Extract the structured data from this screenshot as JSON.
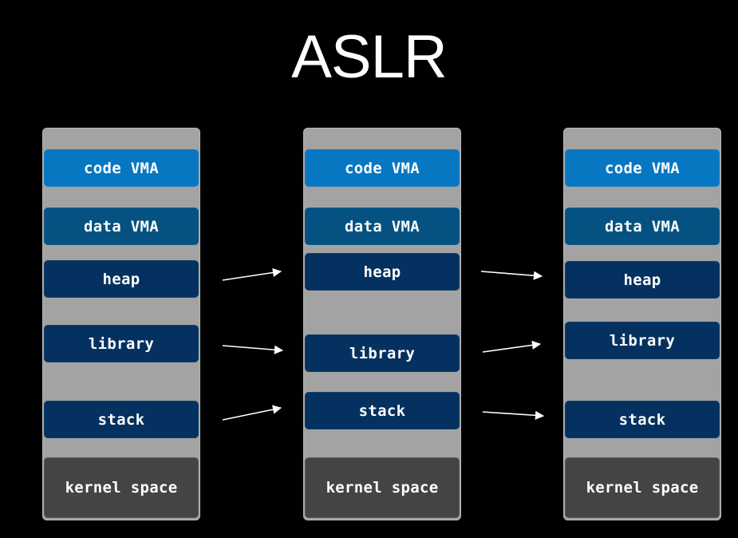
{
  "title": "ASLR",
  "colors": {
    "background": "#000000",
    "column": "#a3a3a3",
    "code_vma": "#0777c2",
    "data_vma": "#045182",
    "dynamic_segment": "#04315f",
    "kernel_space": "#444444",
    "arrow": "#ffffff"
  },
  "columns": [
    {
      "code": "code VMA",
      "data": "data VMA",
      "heap": "heap",
      "library": "library",
      "stack": "stack",
      "kernel": "kernel space"
    },
    {
      "code": "code VMA",
      "data": "data VMA",
      "heap": "heap",
      "library": "library",
      "stack": "stack",
      "kernel": "kernel space"
    },
    {
      "code": "code VMA",
      "data": "data VMA",
      "heap": "heap",
      "library": "library",
      "stack": "stack",
      "kernel": "kernel space"
    }
  ]
}
